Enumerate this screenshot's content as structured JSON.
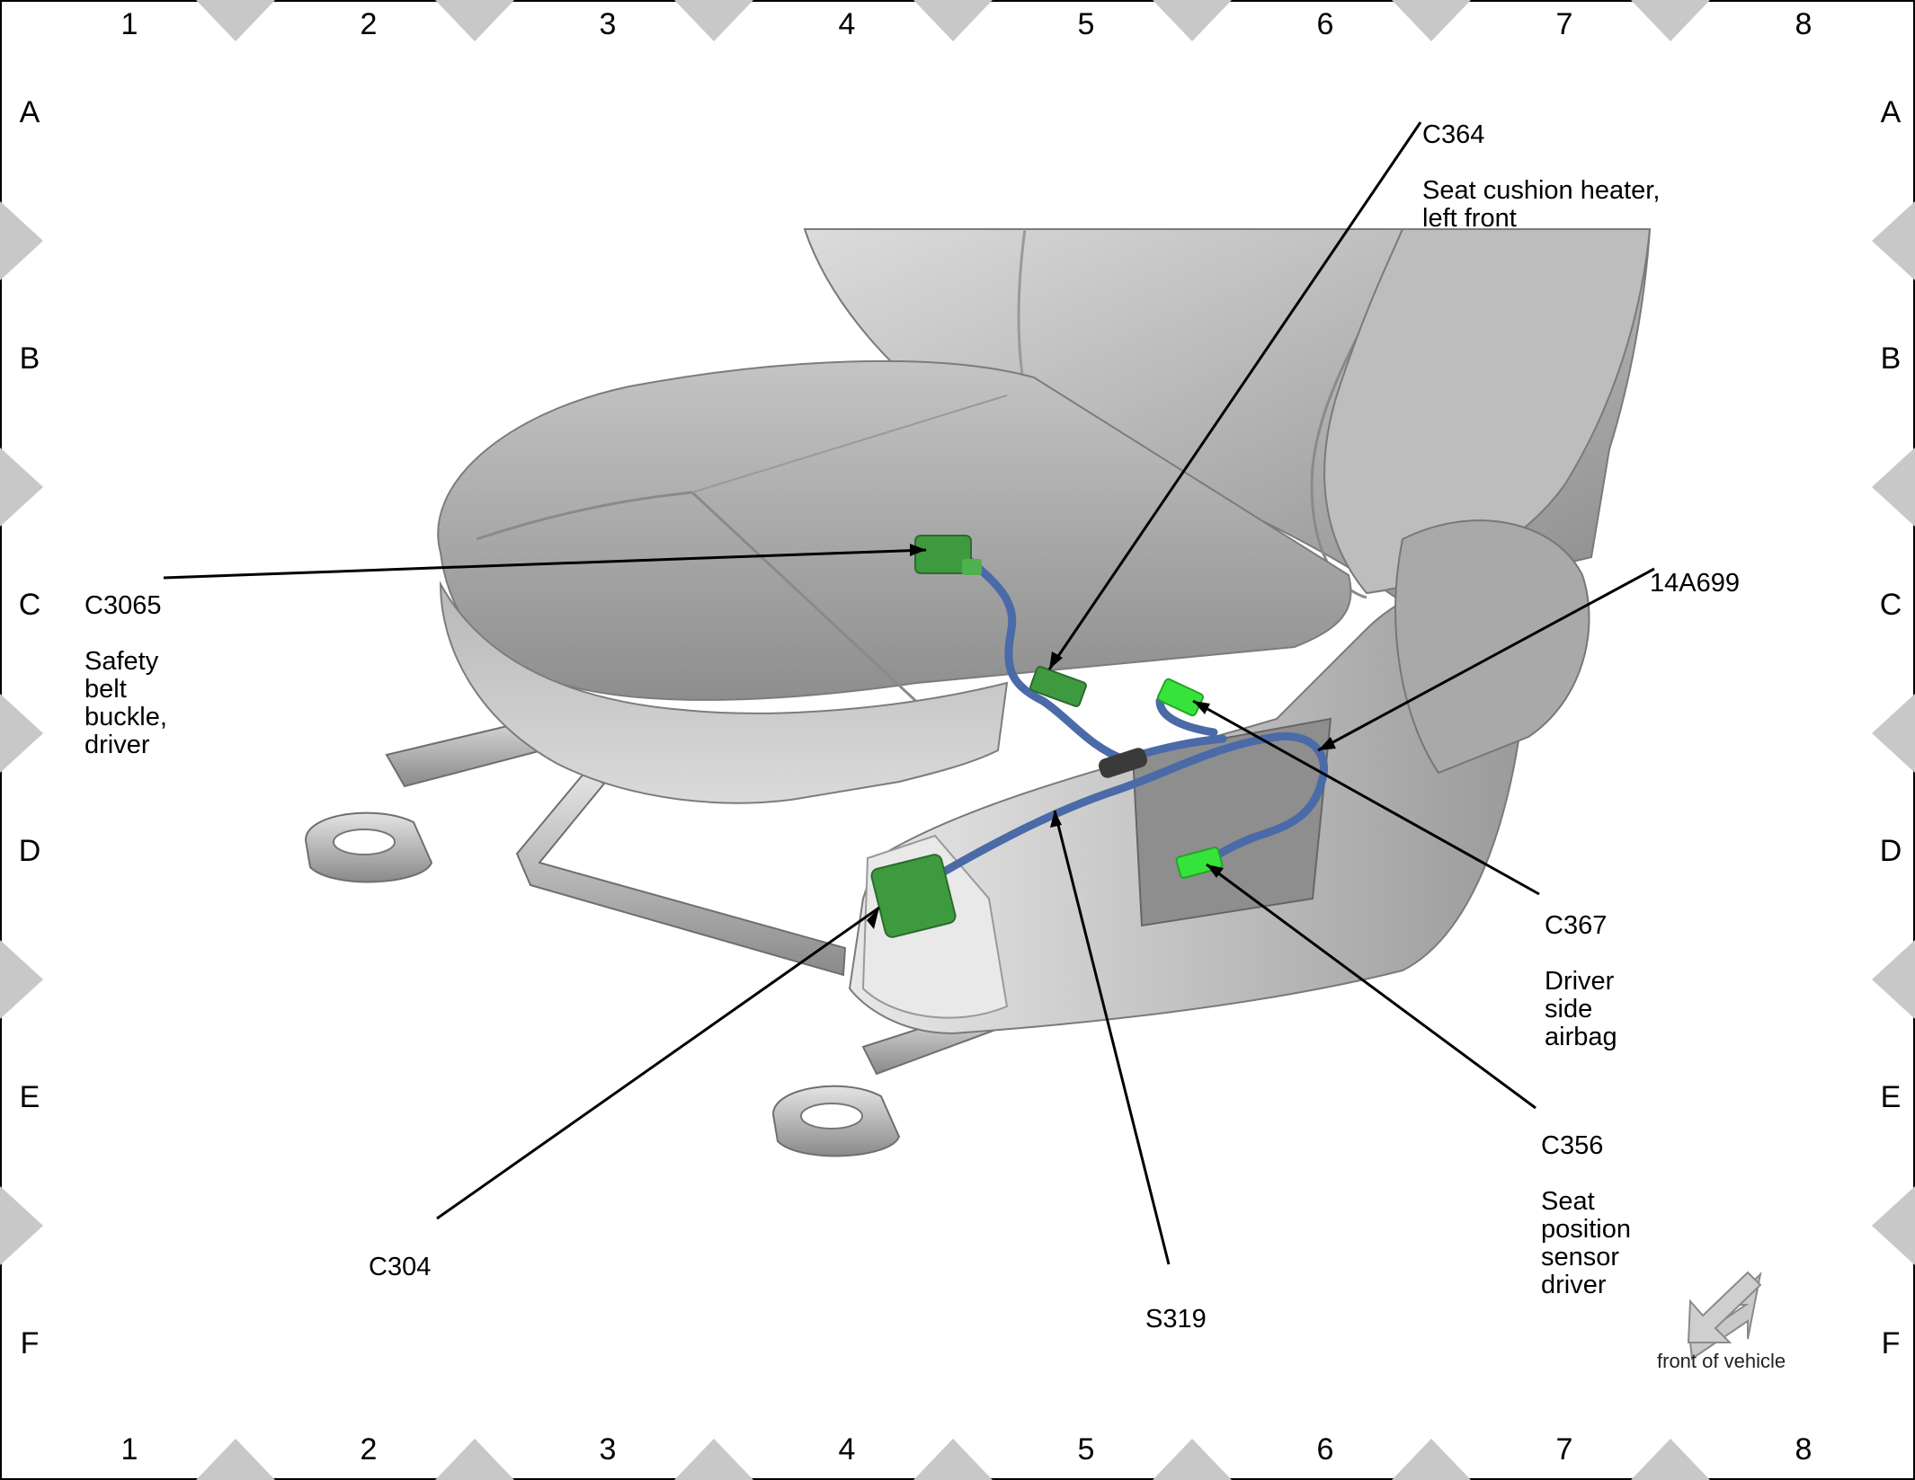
{
  "grid": {
    "columns": [
      "1",
      "2",
      "3",
      "4",
      "5",
      "6",
      "7",
      "8"
    ],
    "rows": [
      "A",
      "B",
      "C",
      "D",
      "E",
      "F"
    ]
  },
  "callouts": {
    "c364": {
      "code": "C364",
      "desc": "Seat cushion heater,\nleft front"
    },
    "c3065": {
      "code": "C3065",
      "desc": "Safety\nbelt\nbuckle,\ndriver"
    },
    "a14a699": {
      "code": "14A699"
    },
    "c367": {
      "code": "C367",
      "desc": "Driver\nside\nairbag"
    },
    "c356": {
      "code": "C356",
      "desc": "Seat\nposition\nsensor\ndriver"
    },
    "c304": {
      "code": "C304"
    },
    "s319": {
      "code": "S319"
    }
  },
  "orientation": {
    "label": "front of vehicle"
  },
  "colors": {
    "connector_green": "#36e33a",
    "connector_dark_green": "#3e9a3e",
    "harness_blue": "#4a6aa8",
    "seat_gray": "#a8a8a8",
    "border_marker_gray": "#c8c8c8"
  }
}
